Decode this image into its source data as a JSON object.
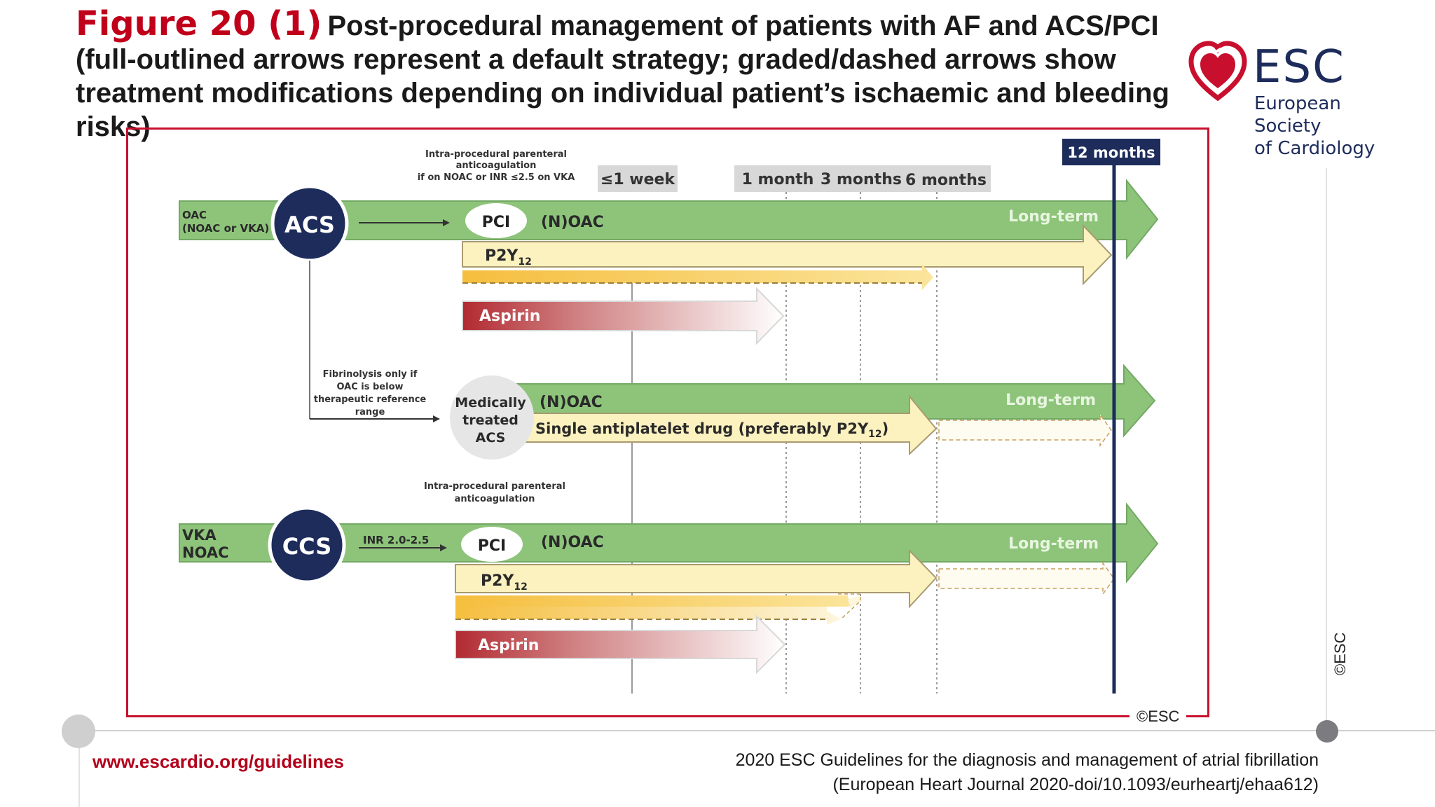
{
  "header": {
    "figure_number": "Figure 20 (1)",
    "title": "Post-procedural management of patients with AF and ACS/PCI (full-outlined arrows represent a default strategy; graded/dashed arrows show treatment modifications depending on individual patient’s ischaemic and bleeding risks)"
  },
  "logo": {
    "wordmark": "ESC",
    "name_line1": "European Society",
    "name_line2": "of Cardiology"
  },
  "diagram": {
    "timeline": {
      "week_label": "≤1 week",
      "month1_label": "1 month",
      "month3_label": "3 months",
      "month6_label": "6 months",
      "month12_label": "12 months"
    },
    "acs_pathway": {
      "intra_procedural_note_line1": "Intra-procedural parenteral",
      "intra_procedural_note_line2": "anticoagulation",
      "intra_procedural_note_line3": "if on NOAC or INR ≤2.5 on VKA",
      "oac_line1": "OAC",
      "oac_line2": "(NOAC or VKA)",
      "node": "ACS",
      "pci": "PCI",
      "noac": "(N)OAC",
      "long_term": "Long-term",
      "p2y12": "P2Y",
      "p2y12_sub": "12",
      "aspirin": "Aspirin"
    },
    "medical_pathway": {
      "fibrinolysis_line1": "Fibrinolysis only if",
      "fibrinolysis_line2": "OAC is below",
      "fibrinolysis_line3": "therapeutic reference",
      "fibrinolysis_line4": "range",
      "node_line1": "Medically",
      "node_line2": "treated",
      "node_line3": "ACS",
      "noac": "(N)OAC",
      "long_term": "Long-term",
      "sapt": "Single antiplatelet drug (preferably P2Y",
      "sapt_sub": "12",
      "sapt_end": ")"
    },
    "ccs_pathway": {
      "intra_procedural_note_line1": "Intra-procedural parenteral",
      "intra_procedural_note_line2": "anticoagulation",
      "oac_line1": "VKA",
      "oac_line2": "NOAC",
      "node": "CCS",
      "inr": "INR 2.0-2.5",
      "pci": "PCI",
      "noac": "(N)OAC",
      "long_term": "Long-term",
      "p2y12": "P2Y",
      "p2y12_sub": "12",
      "aspirin": "Aspirin"
    },
    "copyright": "©ESC"
  },
  "side_copyright": "©ESC",
  "footer": {
    "url": "www.escardio.org/guidelines",
    "citation_line1": "2020 ESC Guidelines for the diagnosis and management of atrial fibrillation",
    "citation_line2": "(European Heart Journal 2020-doi/10.1093/eurheartj/ehaa612)"
  },
  "colors": {
    "accent_red": "#c8102e",
    "navy": "#1d2c5b",
    "green": "#8dc47a",
    "cream": "#fbf2c0",
    "amber": "#f6c64c"
  }
}
